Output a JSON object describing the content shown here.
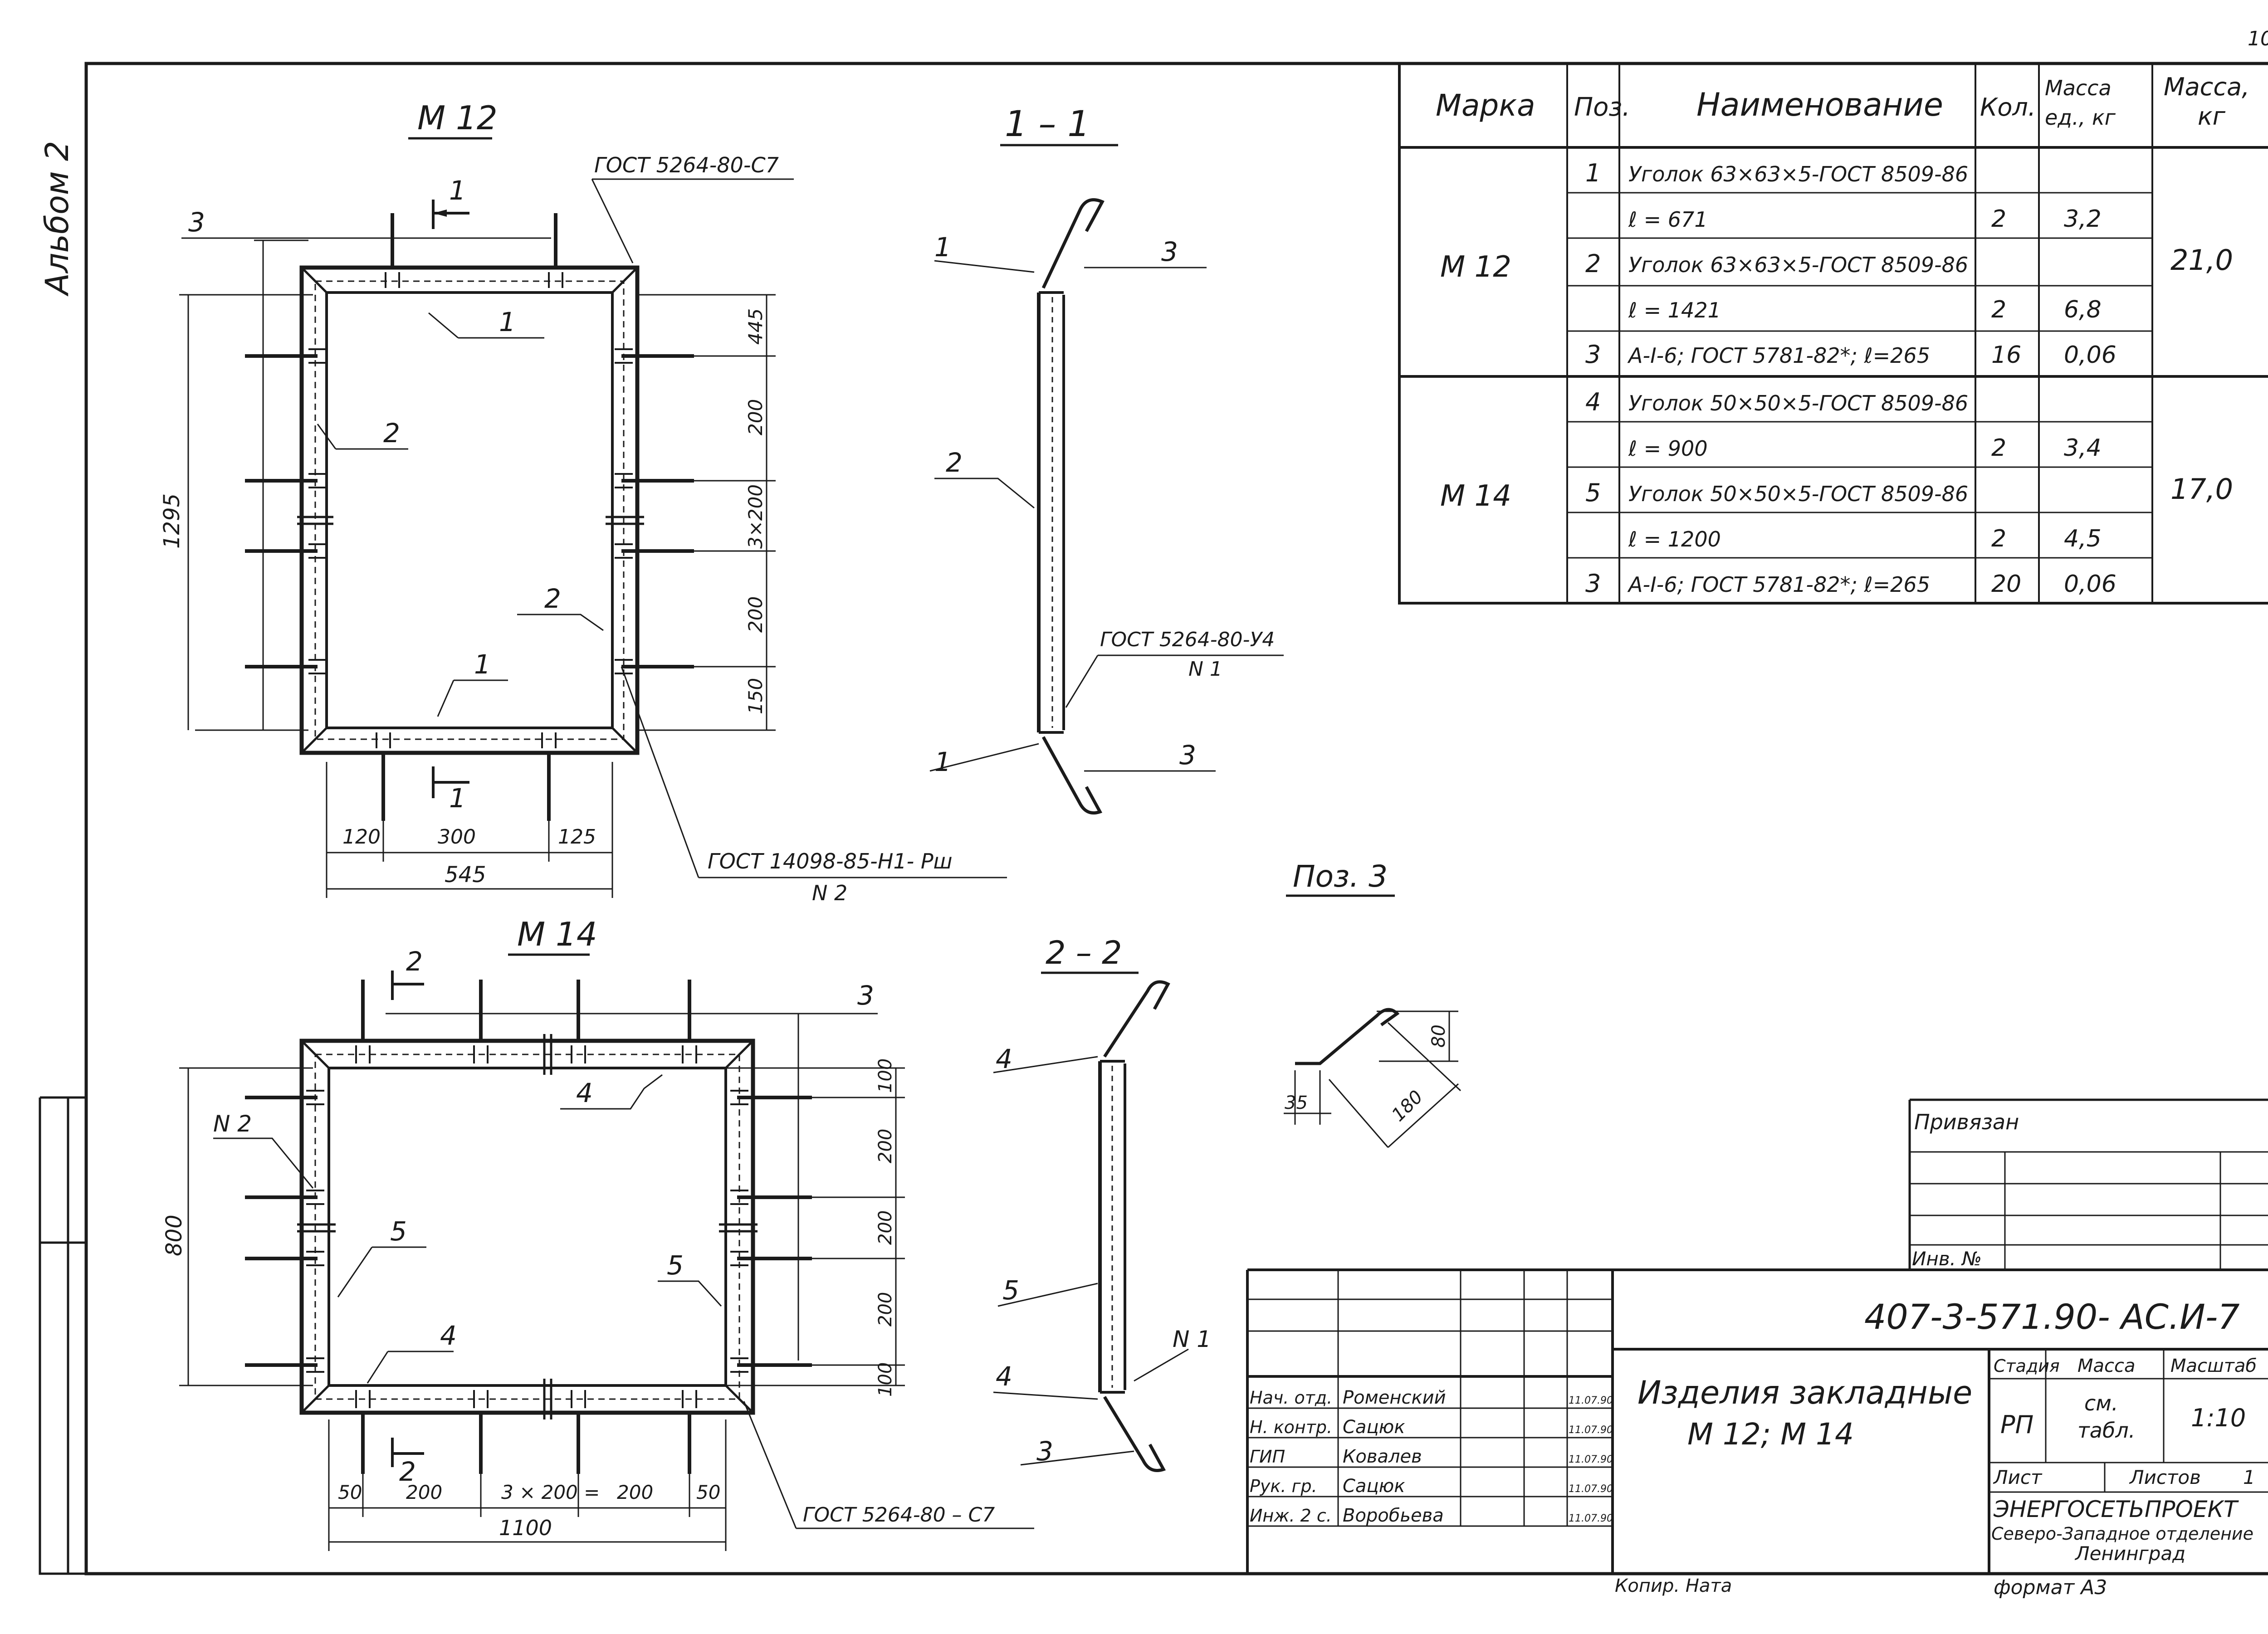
{
  "sheet": {
    "page_number": "10",
    "album_label": "Альбом 2"
  },
  "views": {
    "m12_title": "М 12",
    "m14_title": "М 14",
    "section_1_title": "1 – 1",
    "section_2_title": "2 – 2",
    "pos3_title": "Поз. 3",
    "cut_mark_1": "1",
    "cut_mark_2": "2"
  },
  "callouts": {
    "pos_1": "1",
    "pos_2": "2",
    "pos_3": "3",
    "pos_4": "4",
    "pos_5": "5",
    "n1": "N 1",
    "n2": "N 2",
    "weld_c7": "ГОСТ 5264-80-С7",
    "weld_u4": "ГОСТ 5264-80-У4",
    "weld_h1": "ГОСТ 14098-85-Н1- Рш",
    "weld_c7_bottom": "ГОСТ 5264-80 – С7"
  },
  "dimensions": {
    "m12_height": "1295",
    "m12_d445": "445",
    "m12_d200a": "200",
    "m12_d3x200": "3×200",
    "m12_d200b": "200",
    "m12_d150": "150",
    "m12_w120": "120",
    "m12_w300": "300",
    "m12_w125": "125",
    "m12_w545": "545",
    "m14_height": "800",
    "m14_d100a": "100",
    "m14_d200a": "200",
    "m14_d200b": "200",
    "m14_d200c": "200",
    "m14_d100b": "100",
    "m14_w50a": "50",
    "m14_w200a": "200",
    "m14_w3x200": "3 × 200 =",
    "m14_w200b": "200",
    "m14_w50b": "50",
    "m14_w1100": "1100",
    "pos3_80": "80",
    "pos3_35": "35",
    "pos3_180": "180"
  },
  "spec_table": {
    "headers": [
      "Марка",
      "Поз.",
      "Наименование",
      "Кол.",
      "Масса ед., кг",
      "Масса, кг"
    ],
    "groups": [
      {
        "mark": "М 12",
        "total": "21,0",
        "rows": [
          {
            "pos": "1",
            "name": "Уголок 63×63×5-ГОСТ 8509-86",
            "qty": "",
            "mass": ""
          },
          {
            "pos": "",
            "name": "ℓ = 671",
            "qty": "2",
            "mass": "3,2"
          },
          {
            "pos": "2",
            "name": "Уголок 63×63×5-ГОСТ 8509-86",
            "qty": "",
            "mass": ""
          },
          {
            "pos": "",
            "name": "ℓ = 1421",
            "qty": "2",
            "mass": "6,8"
          },
          {
            "pos": "3",
            "name": "А-I-6; ГОСТ 5781-82*; ℓ=265",
            "qty": "16",
            "mass": "0,06"
          }
        ]
      },
      {
        "mark": "М 14",
        "total": "17,0",
        "rows": [
          {
            "pos": "4",
            "name": "Уголок 50×50×5-ГОСТ 8509-86",
            "qty": "",
            "mass": ""
          },
          {
            "pos": "",
            "name": "ℓ = 900",
            "qty": "2",
            "mass": "3,4"
          },
          {
            "pos": "5",
            "name": "Уголок 50×50×5-ГОСТ 8509-86",
            "qty": "",
            "mass": ""
          },
          {
            "pos": "",
            "name": "ℓ = 1200",
            "qty": "2",
            "mass": "4,5"
          },
          {
            "pos": "3",
            "name": "А-I-6; ГОСТ 5781-82*; ℓ=265",
            "qty": "20",
            "mass": "0,06"
          }
        ]
      }
    ]
  },
  "binding_box": {
    "label": "Привязан",
    "inv_label": "Инв. №"
  },
  "title_block": {
    "code": "407-3-571.90- АС.И-7",
    "name_line1": "Изделия закладные",
    "name_line2": "М 12; М 14",
    "stage_label": "Стадия",
    "mass_label": "Масса",
    "scale_label": "Масштаб",
    "stage_value": "РП",
    "mass_value_1": "см.",
    "mass_value_2": "табл.",
    "scale_value": "1:10",
    "sheet_label": "Лист",
    "sheets_label": "Листов",
    "sheets_value": "1",
    "org_line1": "ЭНЕРГОСЕТЬПРОЕКТ",
    "org_line2": "Северо-Западное отделение",
    "org_line3": "Ленинград",
    "signers": [
      {
        "role": "Нач. отд.",
        "name": "Роменский",
        "date": "11.07.90"
      },
      {
        "role": "Н. контр.",
        "name": "Сацюк",
        "date": "11.07.90"
      },
      {
        "role": "ГИП",
        "name": "Ковалев",
        "date": "11.07.90"
      },
      {
        "role": "Рук. гр.",
        "name": "Сацюк",
        "date": "11.07.90"
      },
      {
        "role": "Инж. 2 с.",
        "name": "Воробьева",
        "date": "11.07.90"
      }
    ]
  },
  "footer": {
    "copied_by": "Копир. Ната",
    "format": "формат А3"
  }
}
